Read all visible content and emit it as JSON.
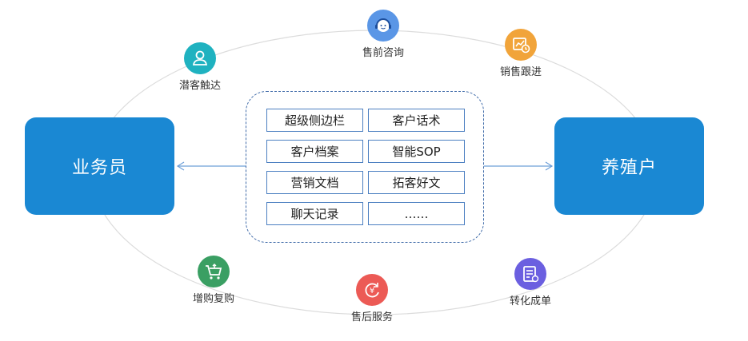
{
  "actors": {
    "left": "业务员",
    "right": "养殖户"
  },
  "tools": [
    "超级侧边栏",
    "客户话术",
    "客户档案",
    "智能SOP",
    "营销文档",
    "拓客好文",
    "聊天记录",
    "……"
  ],
  "stages": {
    "presale": {
      "label": "售前咨询",
      "color": "#5a96e6"
    },
    "followup": {
      "label": "销售跟进",
      "color": "#f1a43a"
    },
    "prospect": {
      "label": "潜客触达",
      "color": "#1fb2c0"
    },
    "repurchase": {
      "label": "增购复购",
      "color": "#3a9f63"
    },
    "aftersale": {
      "label": "售后服务",
      "color": "#ec5a55"
    },
    "conversion": {
      "label": "转化成单",
      "color": "#6b5fe0"
    }
  }
}
